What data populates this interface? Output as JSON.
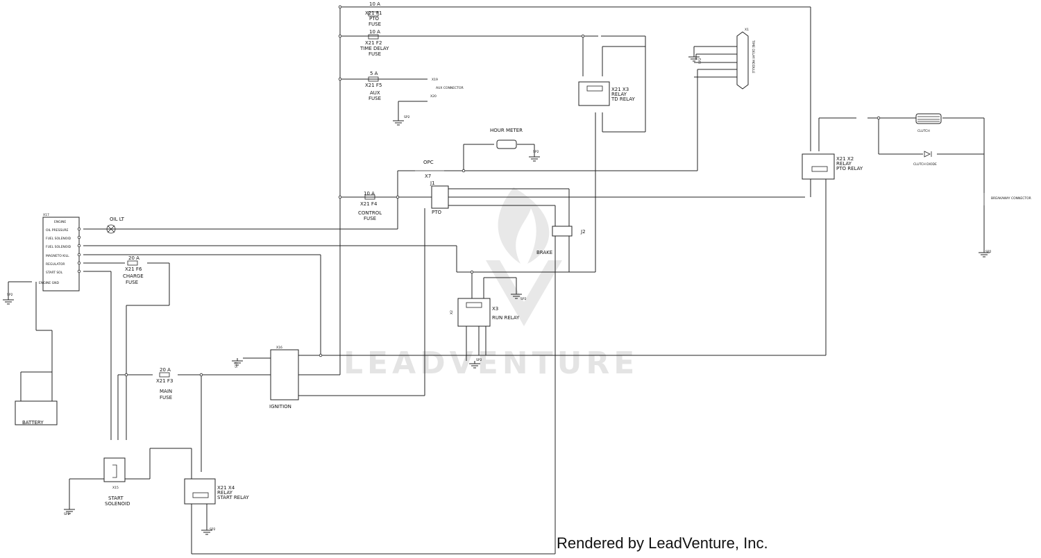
{
  "fuses": {
    "pto": {
      "rating": "10 A",
      "id": "X21 F1",
      "name1": "PTO",
      "name2": "FUSE"
    },
    "time_delay": {
      "rating": "10 A",
      "id": "X21 F2",
      "name1": "TIME DELAY",
      "name2": "FUSE"
    },
    "aux": {
      "rating": "5 A",
      "id": "X21 F5",
      "name1": "AUX",
      "name2": "FUSE"
    },
    "control": {
      "rating": "10 A",
      "id": "X21 F4",
      "name1": "CONTROL",
      "name2": "FUSE"
    },
    "charge": {
      "rating": "20 A",
      "id": "X21 F6",
      "name1": "CHARGE",
      "name2": "FUSE"
    },
    "main": {
      "rating": "20 A",
      "id": "X21 F3",
      "name1": "MAIN",
      "name2": "FUSE"
    }
  },
  "relays": {
    "td": {
      "l1": "X21 X3",
      "l2": "RELAY",
      "l3": "TD RELAY"
    },
    "pto": {
      "l1": "X21 X2",
      "l2": "RELAY",
      "l3": "PTO RELAY"
    },
    "start": {
      "l1": "X21 X4",
      "l2": "RELAY",
      "l3": "START RELAY"
    },
    "run": {
      "id": "X3",
      "name": "RUN RELAY"
    }
  },
  "engine": {
    "id": "X17",
    "title": "ENGINE",
    "rows": [
      "OIL PRESSURE",
      "FUEL SOLENOID",
      "FUEL SOLENOID",
      "MAGNETO KILL",
      "REGULATOR",
      "START SOL"
    ],
    "ground": "ENGINE GND"
  },
  "labels": {
    "oil_lt": "OIL LT",
    "opc": "OPC",
    "hour_meter": "HOUR METER",
    "pto_sw": "PTO",
    "j1": "J1",
    "brake": "BRAKE",
    "j2": "J2",
    "ignition": "IGNITION",
    "x16": "X16",
    "battery": "BATTERY",
    "start_sol1": "START",
    "start_sol2": "SOLENOID",
    "x15": "X15",
    "aux_conn": "AUX CONNECTOR",
    "clutch": "CLUTCH",
    "clutch_diode": "CLUTCH DIODE",
    "breakaway": "BREAKAWAY CONNECTOR",
    "time_delay_module": "TIME DELAY MODULE",
    "x19": "X19",
    "x20": "X20",
    "x1": "X1",
    "x2": "X2",
    "x7": "X7"
  },
  "ground_label": "SP2",
  "watermark": "LEADVENTURE",
  "credit": "Rendered by LeadVenture, Inc."
}
